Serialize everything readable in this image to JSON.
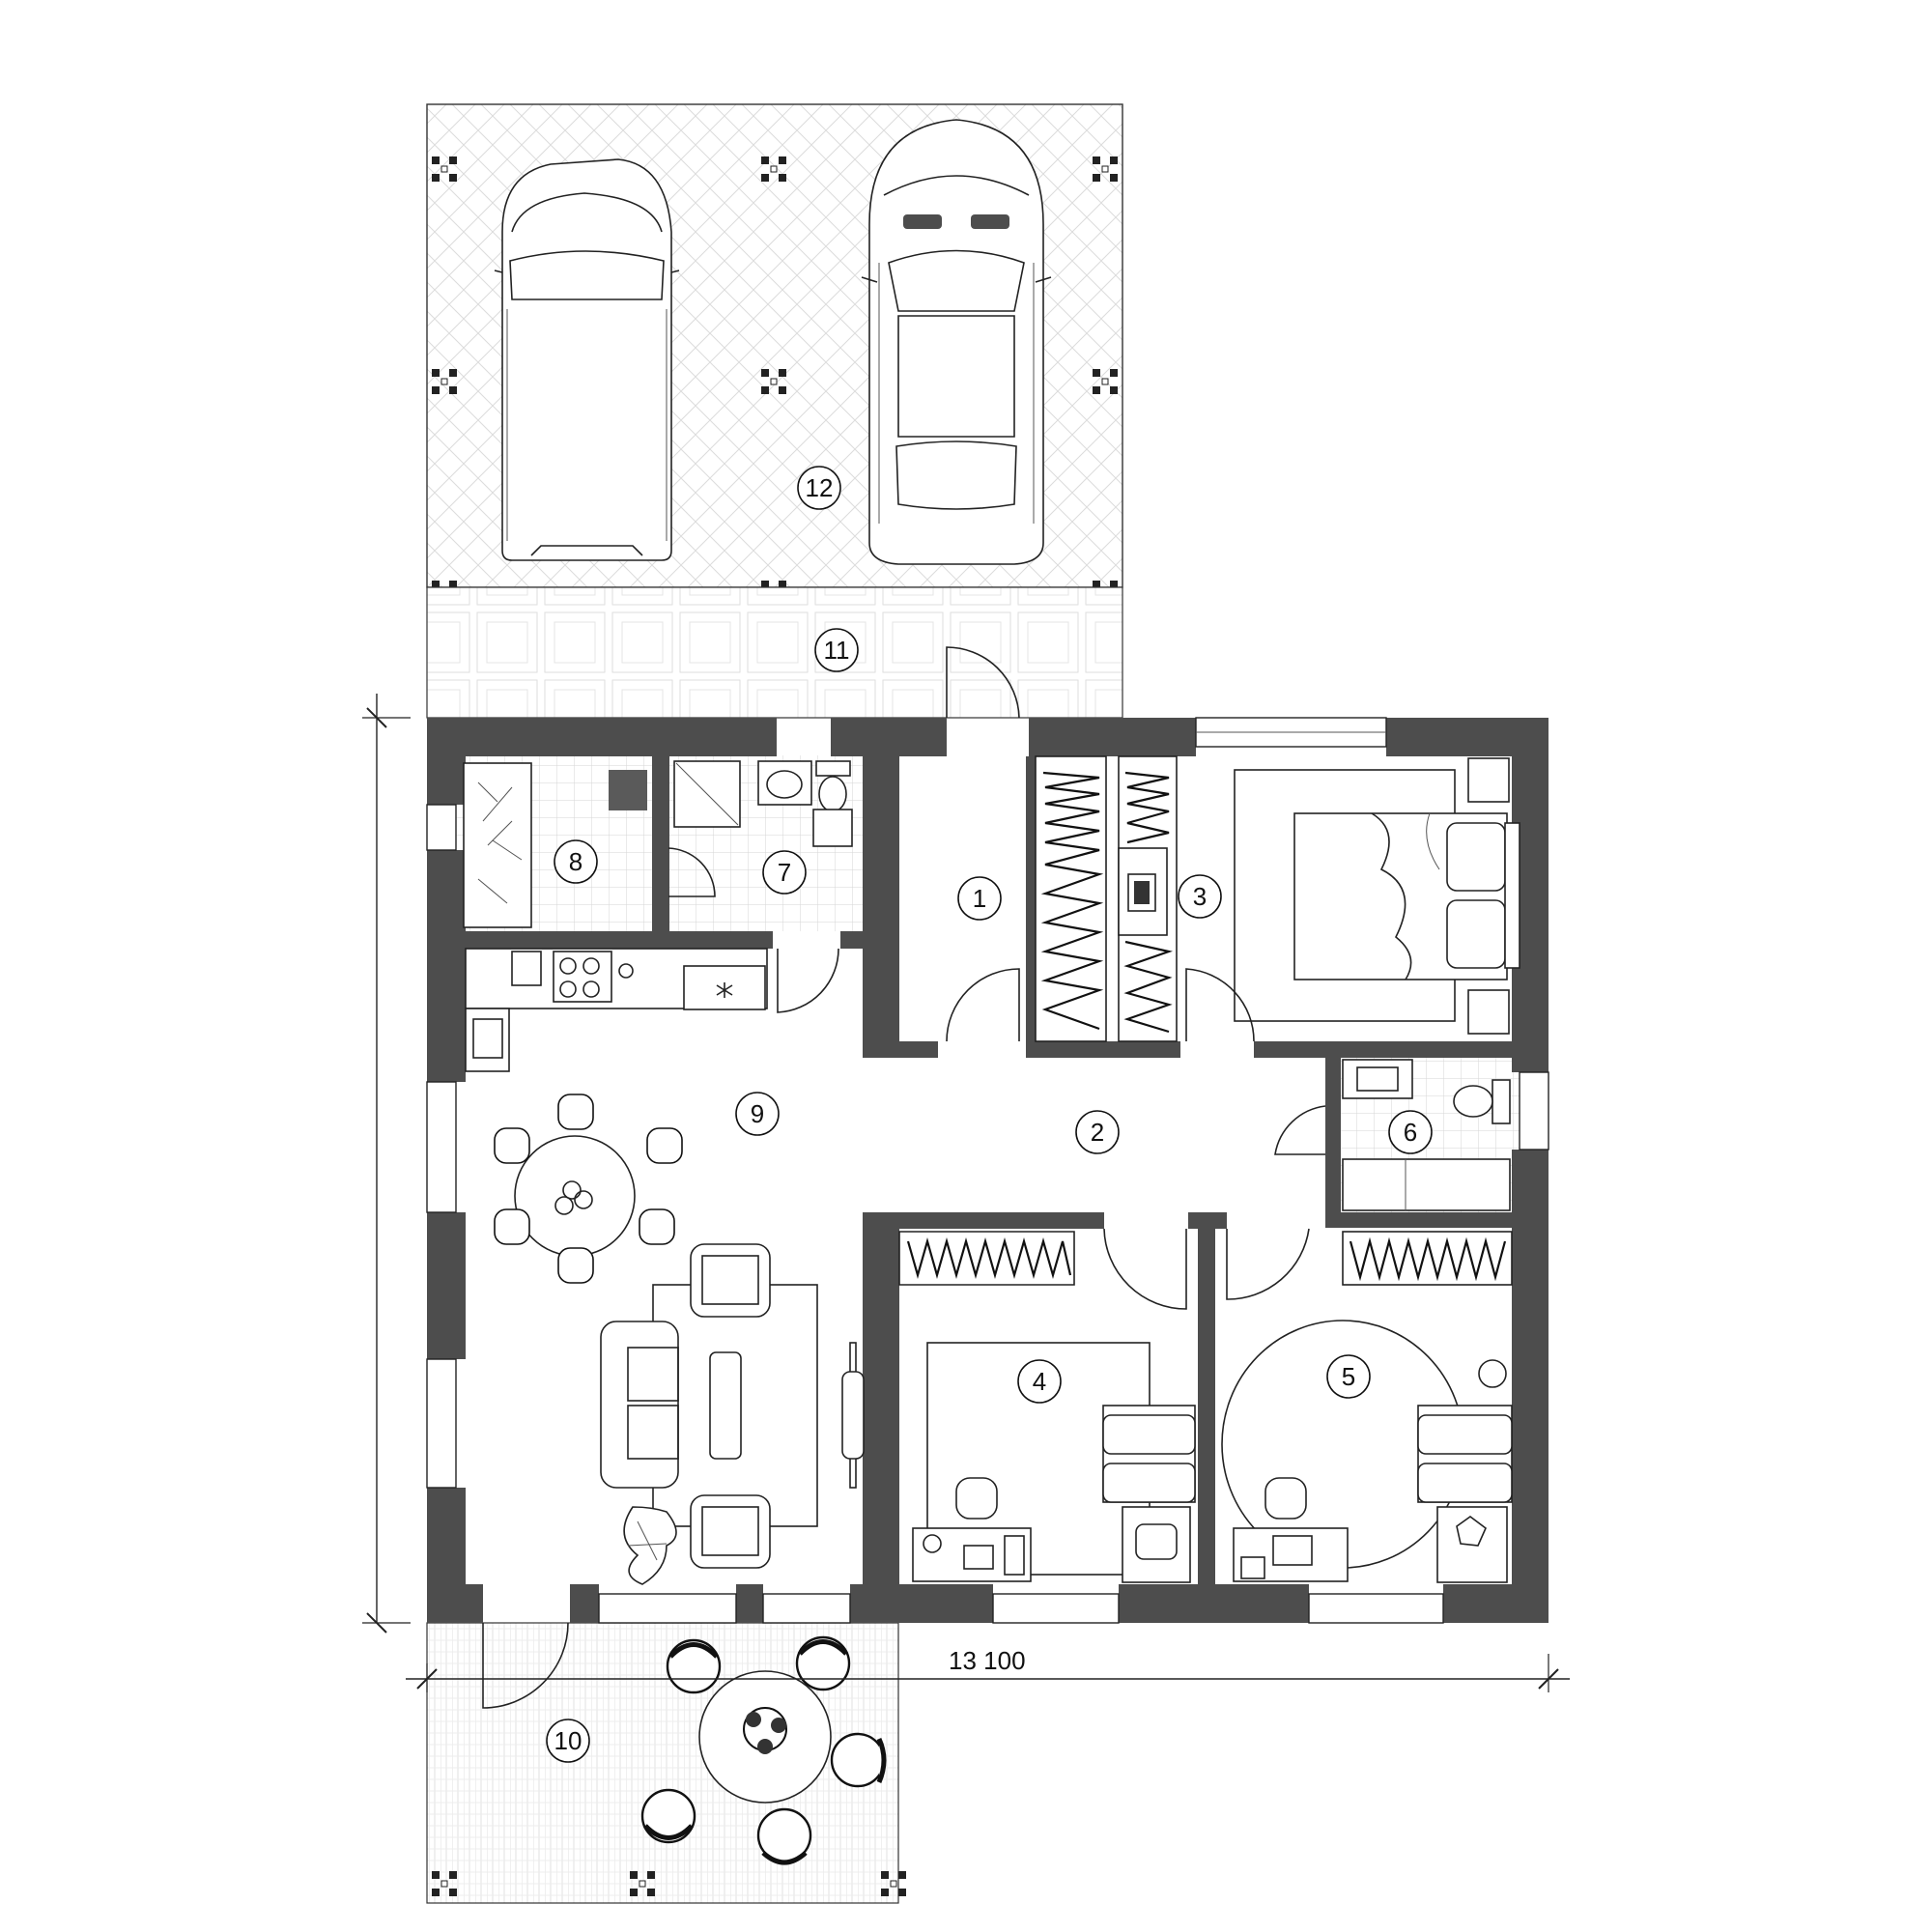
{
  "rooms": [
    {
      "id": "1",
      "label": "1"
    },
    {
      "id": "2",
      "label": "2"
    },
    {
      "id": "3",
      "label": "3"
    },
    {
      "id": "4",
      "label": "4"
    },
    {
      "id": "5",
      "label": "5"
    },
    {
      "id": "6",
      "label": "6"
    },
    {
      "id": "7",
      "label": "7"
    },
    {
      "id": "8",
      "label": "8"
    },
    {
      "id": "9",
      "label": "9"
    },
    {
      "id": "10",
      "label": "10"
    },
    {
      "id": "11",
      "label": "11"
    },
    {
      "id": "12",
      "label": "12"
    }
  ],
  "dimensions": {
    "width_label": "13 100"
  },
  "colors": {
    "wall": "#4d4d4d",
    "line": "#222222"
  },
  "icons": [
    "car-sedan-icon",
    "car-van-icon",
    "bed-icon",
    "sofa-icon",
    "dining-table-icon",
    "wardrobe-icon",
    "toilet-icon",
    "sink-icon",
    "shower-icon",
    "stove-icon",
    "desk-icon",
    "plant-icon"
  ]
}
